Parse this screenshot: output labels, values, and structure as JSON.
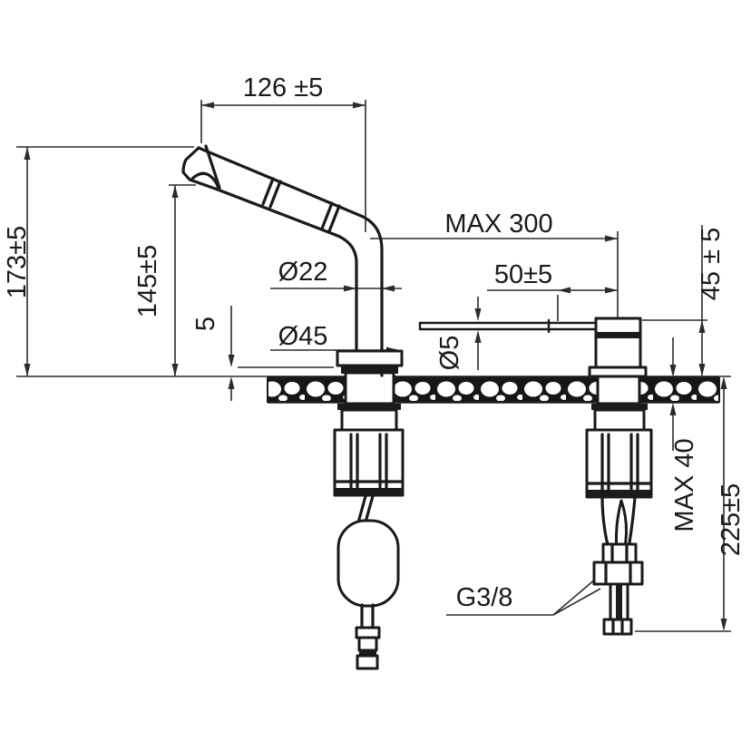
{
  "drawing": {
    "type": "faucet-installation-technical-drawing",
    "colors": {
      "line": "#1a1a1a",
      "dimension": "#2b2b2b",
      "background": "#ffffff",
      "counter_fill": "#161616"
    },
    "dimensions": {
      "spout_reach": "126 ±5",
      "total_height": "173±5",
      "outlet_height": "145±5",
      "base_lip": "5",
      "column_diameter": "Ø22",
      "base_diameter": "Ø45",
      "hose_reach_max": "MAX 300",
      "lever_offset": "50±5",
      "lever_rod_diameter": "Ø5",
      "handle_height": "45 ± 5",
      "counter_thickness_max": "MAX 40",
      "hose_drop": "225±5",
      "thread_size": "G3/8"
    }
  }
}
